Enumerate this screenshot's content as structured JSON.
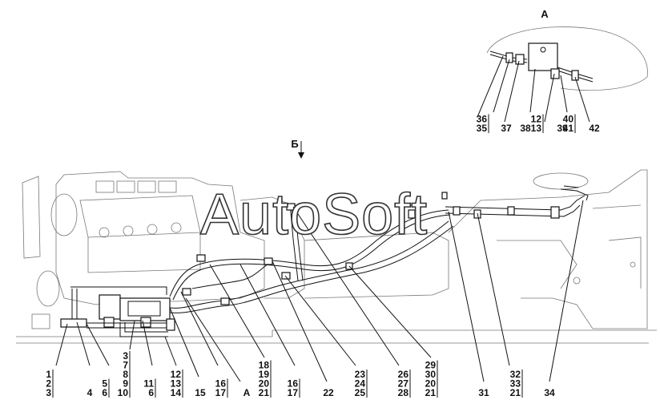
{
  "watermark": "AutoSoft",
  "view_labels": {
    "detail": "А",
    "arrow": "Б",
    "ref": "А"
  },
  "callouts": {
    "g1": [
      "1",
      "2",
      "3"
    ],
    "g4": [
      "4"
    ],
    "g5": [
      "5",
      "6"
    ],
    "g3": [
      "3",
      "7",
      "8",
      "9",
      "10"
    ],
    "g11": [
      "11",
      "6"
    ],
    "g12": [
      "12",
      "13",
      "14"
    ],
    "g15": [
      "15"
    ],
    "g16a": [
      "16",
      "17"
    ],
    "gA": [
      "А"
    ],
    "g18": [
      "18",
      "19",
      "20",
      "21"
    ],
    "g16b": [
      "16",
      "17"
    ],
    "g22": [
      "22"
    ],
    "g23": [
      "23",
      "24",
      "25"
    ],
    "g26": [
      "26",
      "27",
      "28"
    ],
    "g29": [
      "29",
      "30",
      "20",
      "21"
    ],
    "g31": [
      "31"
    ],
    "g32": [
      "32",
      "33",
      "21"
    ],
    "g34": [
      "34"
    ],
    "d35": [
      "36",
      "35"
    ],
    "d37": [
      "37"
    ],
    "d38": [
      "38"
    ],
    "d12": [
      "12",
      "13"
    ],
    "d39": [
      "39"
    ],
    "d40": [
      "40",
      "41"
    ],
    "d42": [
      "42"
    ]
  }
}
